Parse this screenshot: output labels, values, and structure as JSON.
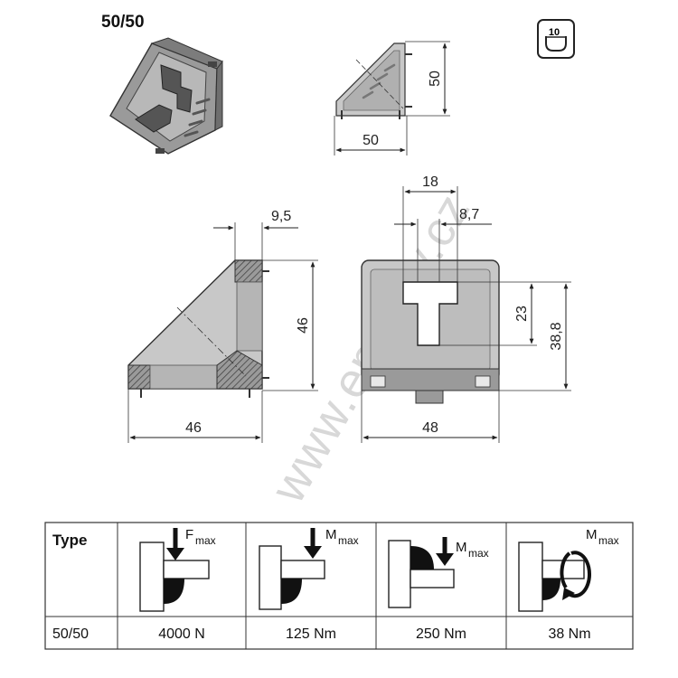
{
  "header": {
    "size_label": "50/50",
    "badge_value": "10"
  },
  "dimensions": {
    "top_height": "50",
    "top_width": "50",
    "front_offset": "9,5",
    "front_height": "46",
    "front_width": "46",
    "side_slot_width": "18",
    "side_slot_offset": "8,7",
    "side_slot_height": "23",
    "side_height": "38,8",
    "side_width": "48"
  },
  "watermark": "www.eprofily.cz",
  "table": {
    "type_header": "Type",
    "load_labels": [
      {
        "main": "F",
        "sub": "max"
      },
      {
        "main": "M",
        "sub": "max"
      },
      {
        "main": "M",
        "sub": "max"
      },
      {
        "main": "M",
        "sub": "max"
      }
    ],
    "row": {
      "type": "50/50",
      "values": [
        "4000 N",
        "125 Nm",
        "250 Nm",
        "38 Nm"
      ]
    }
  },
  "colors": {
    "part_fill": "#c8c8c8",
    "part_dark": "#8a8a8a",
    "hatch": "#555555"
  }
}
